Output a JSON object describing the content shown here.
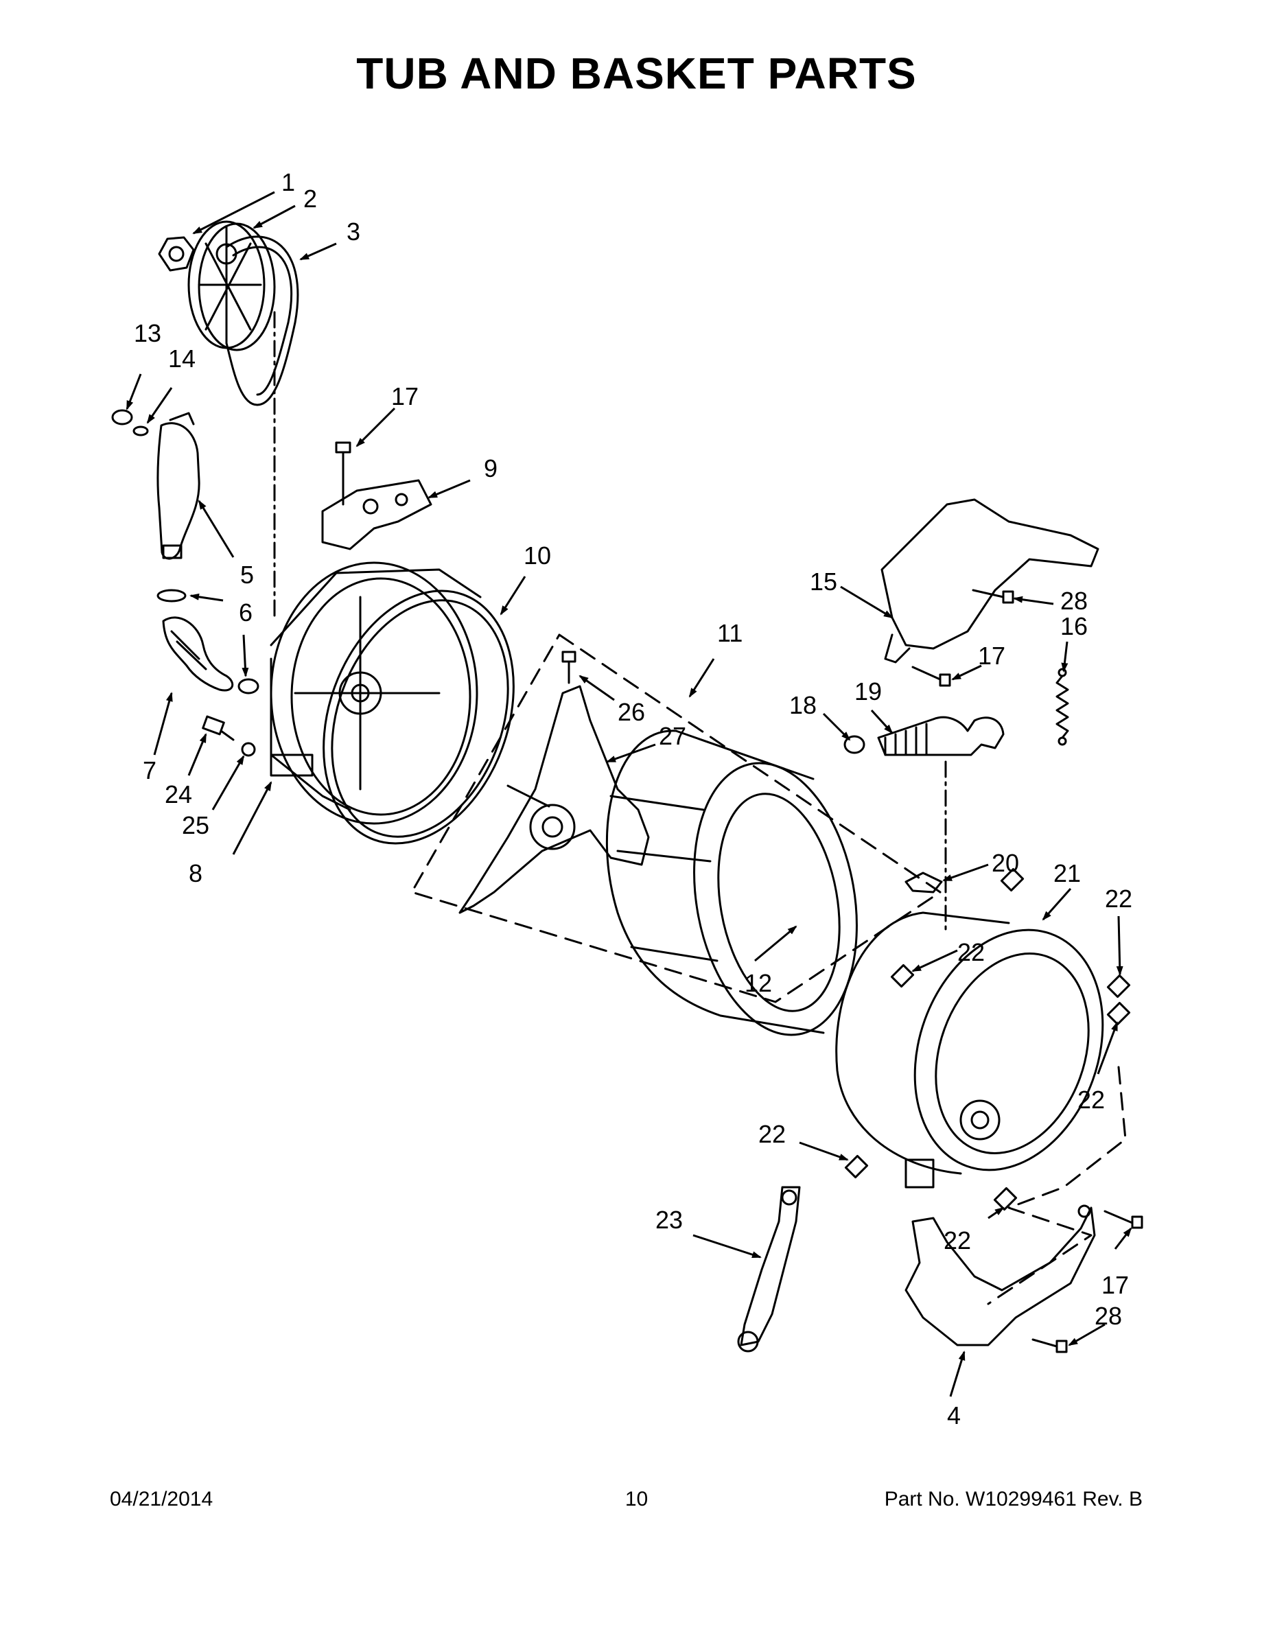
{
  "title": "TUB AND BASKET PARTS",
  "footer": {
    "date": "04/21/2014",
    "page": "10",
    "part": "Part No.  W10299461  Rev.  B"
  },
  "callouts": [
    {
      "id": "c1",
      "label": "1"
    },
    {
      "id": "c2",
      "label": "2"
    },
    {
      "id": "c3",
      "label": "3"
    },
    {
      "id": "c13",
      "label": "13"
    },
    {
      "id": "c14",
      "label": "14"
    },
    {
      "id": "c17a",
      "label": "17"
    },
    {
      "id": "c9",
      "label": "9"
    },
    {
      "id": "c5",
      "label": "5"
    },
    {
      "id": "c6",
      "label": "6"
    },
    {
      "id": "c10",
      "label": "10"
    },
    {
      "id": "c7",
      "label": "7"
    },
    {
      "id": "c24",
      "label": "24"
    },
    {
      "id": "c25",
      "label": "25"
    },
    {
      "id": "c8",
      "label": "8"
    },
    {
      "id": "c11",
      "label": "11"
    },
    {
      "id": "c26",
      "label": "26"
    },
    {
      "id": "c27",
      "label": "27"
    },
    {
      "id": "c15",
      "label": "15"
    },
    {
      "id": "c28a",
      "label": "28"
    },
    {
      "id": "c16",
      "label": "16"
    },
    {
      "id": "c17b",
      "label": "17"
    },
    {
      "id": "c18",
      "label": "18"
    },
    {
      "id": "c19",
      "label": "19"
    },
    {
      "id": "c20",
      "label": "20"
    },
    {
      "id": "c21",
      "label": "21"
    },
    {
      "id": "c22a",
      "label": "22"
    },
    {
      "id": "c22b",
      "label": "22"
    },
    {
      "id": "c12",
      "label": "12"
    },
    {
      "id": "c22c",
      "label": "22"
    },
    {
      "id": "c22d",
      "label": "22"
    },
    {
      "id": "c23",
      "label": "23"
    },
    {
      "id": "c22e",
      "label": "22"
    },
    {
      "id": "c17c",
      "label": "17"
    },
    {
      "id": "c28b",
      "label": "28"
    },
    {
      "id": "c4",
      "label": "4"
    }
  ]
}
